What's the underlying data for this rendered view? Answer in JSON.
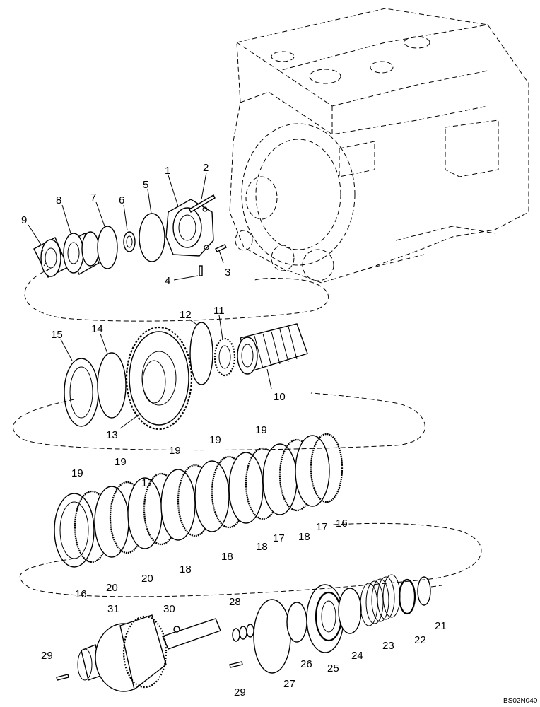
{
  "diagram": {
    "drawing_code": "BS02N040",
    "callouts": [
      "1",
      "2",
      "3",
      "4",
      "5",
      "6",
      "7",
      "8",
      "9",
      "10",
      "11",
      "12",
      "13",
      "14",
      "15",
      "16",
      "16",
      "17",
      "17",
      "17",
      "18",
      "18",
      "18",
      "18",
      "19",
      "19",
      "19",
      "19",
      "19",
      "20",
      "20",
      "21",
      "22",
      "23",
      "24",
      "25",
      "26",
      "27",
      "28",
      "29",
      "29",
      "30",
      "31"
    ]
  }
}
